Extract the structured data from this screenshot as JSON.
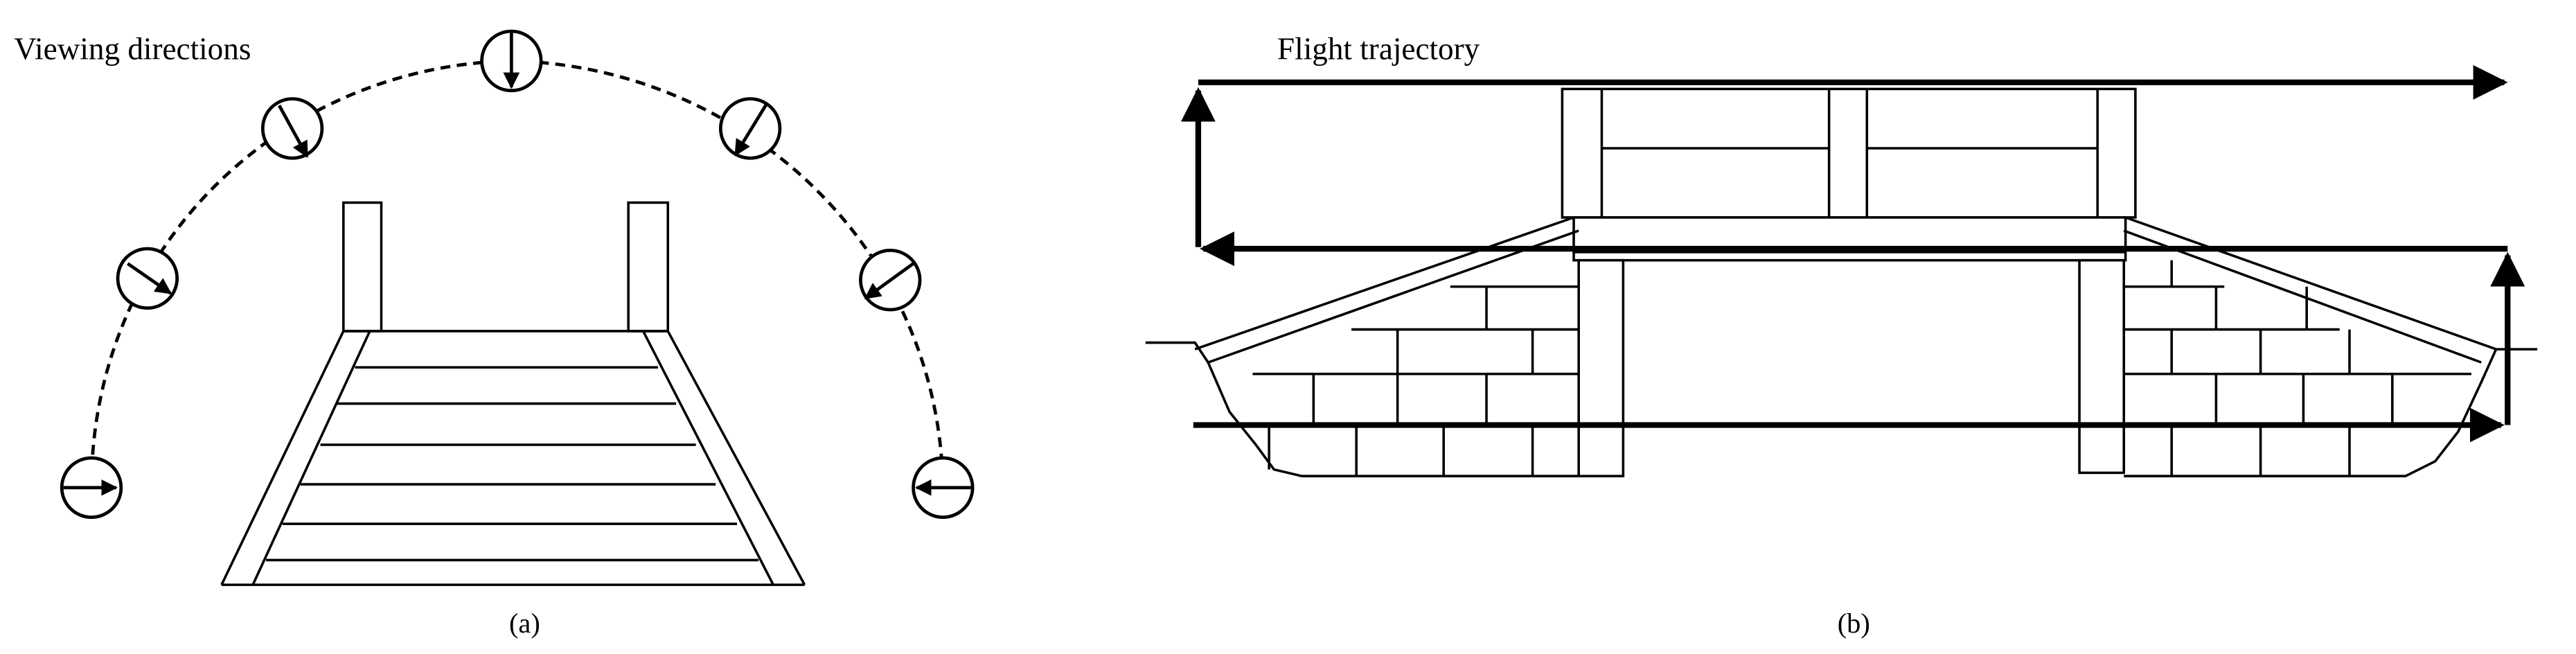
{
  "panel_a": {
    "title": "Viewing directions",
    "caption": "(a)"
  },
  "panel_b": {
    "title": "Flight trajectory",
    "caption": "(b)"
  }
}
